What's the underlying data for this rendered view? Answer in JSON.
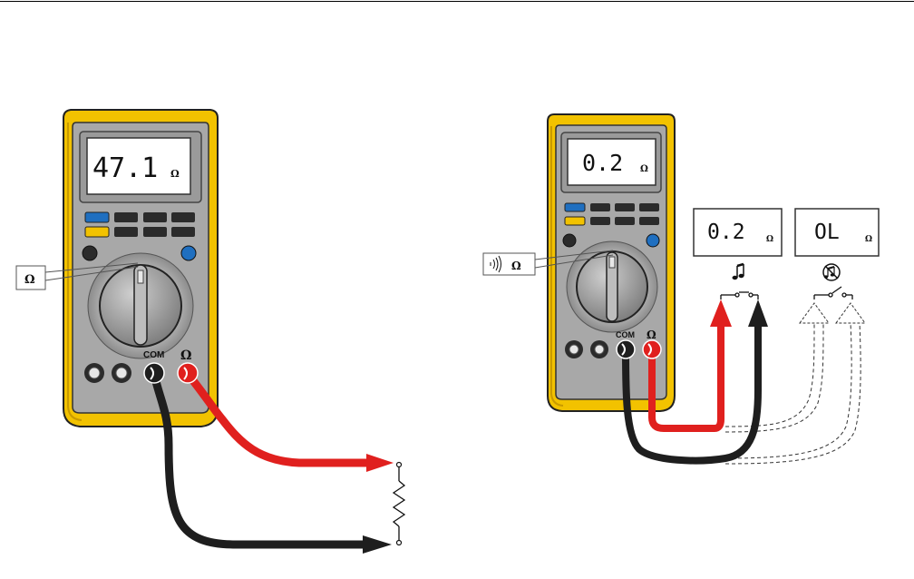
{
  "meter1": {
    "reading": "47.1",
    "unit": "Ω",
    "dial_label": "Ω",
    "com_label": "COM",
    "ohm_label": "Ω"
  },
  "meter2": {
    "reading": "0.2",
    "unit": "Ω",
    "dial_label": "Ω",
    "com_label": "COM",
    "ohm_label": "Ω"
  },
  "continuity_closed": {
    "reading": "0.2",
    "unit": "Ω"
  },
  "continuity_open": {
    "reading": "OL",
    "unit": "Ω"
  },
  "icons": {
    "tone_on": "music-note-icon",
    "tone_off": "muted-note-icon",
    "continuity": "beeper-icon"
  },
  "colors": {
    "case_yellow": "#f2c200",
    "case_gray": "#a8a8a8",
    "dark_panel": "#2b2b2b",
    "blue_button": "#1f6fc0",
    "red_lead": "#e0201e",
    "black_lead": "#1e1e1e"
  }
}
